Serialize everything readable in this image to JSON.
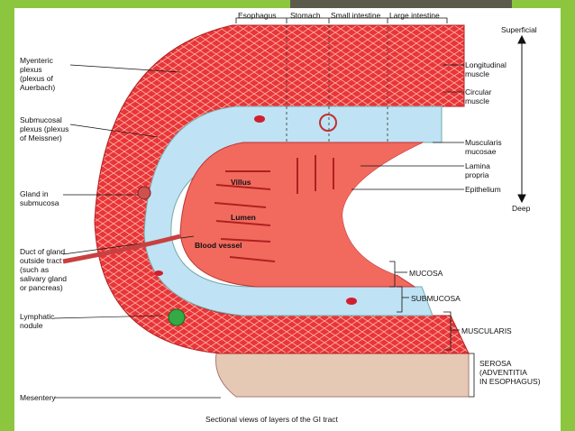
{
  "top_labels": {
    "esophagus": "Esophagus",
    "stomach": "Stomach",
    "small_intestine": "Small intestine",
    "large_intestine": "Large intestine"
  },
  "left_labels": {
    "myenteric": "Myenteric\nplexus\n(plexus of\nAuerbach)",
    "submucosal": "Submucosal\nplexus (plexus\nof Meissner)",
    "gland_submucosa": "Gland in\nsubmucosa",
    "duct": "Duct of gland\noutside tract\n(such as\nsalivary gland\nor pancreas)",
    "lymphatic": "Lymphatic\nnodule",
    "mesentery": "Mesentery"
  },
  "right_labels": {
    "superficial": "Superficial",
    "deep": "Deep",
    "longitudinal": "Longitudinal\nmuscle",
    "circular": "Circular\nmuscle",
    "muscularis_mucosae": "Muscularis\nmucosae",
    "lamina_propria": "Lamina\npropria",
    "epithelium": "Epithelium"
  },
  "inner_labels": {
    "villus": "Villus",
    "lumen": "Lumen",
    "blood_vessel": "Blood vessel"
  },
  "layer_labels": {
    "mucosa": "MUCOSA",
    "submucosa": "SUBMUCOSA",
    "muscularis": "MUSCULARIS",
    "serosa": "SEROSA\n(ADVENTITIA\nIN ESOPHAGUS)"
  },
  "caption": "Sectional views of layers of the GI tract",
  "colors": {
    "slide_green": "#8cc63e",
    "muscle_red": "#e8353a",
    "submucosa_blue": "#bfe3f4",
    "serosa_tan": "#e6c9b4",
    "mucosa_pink": "#f26a5e"
  }
}
